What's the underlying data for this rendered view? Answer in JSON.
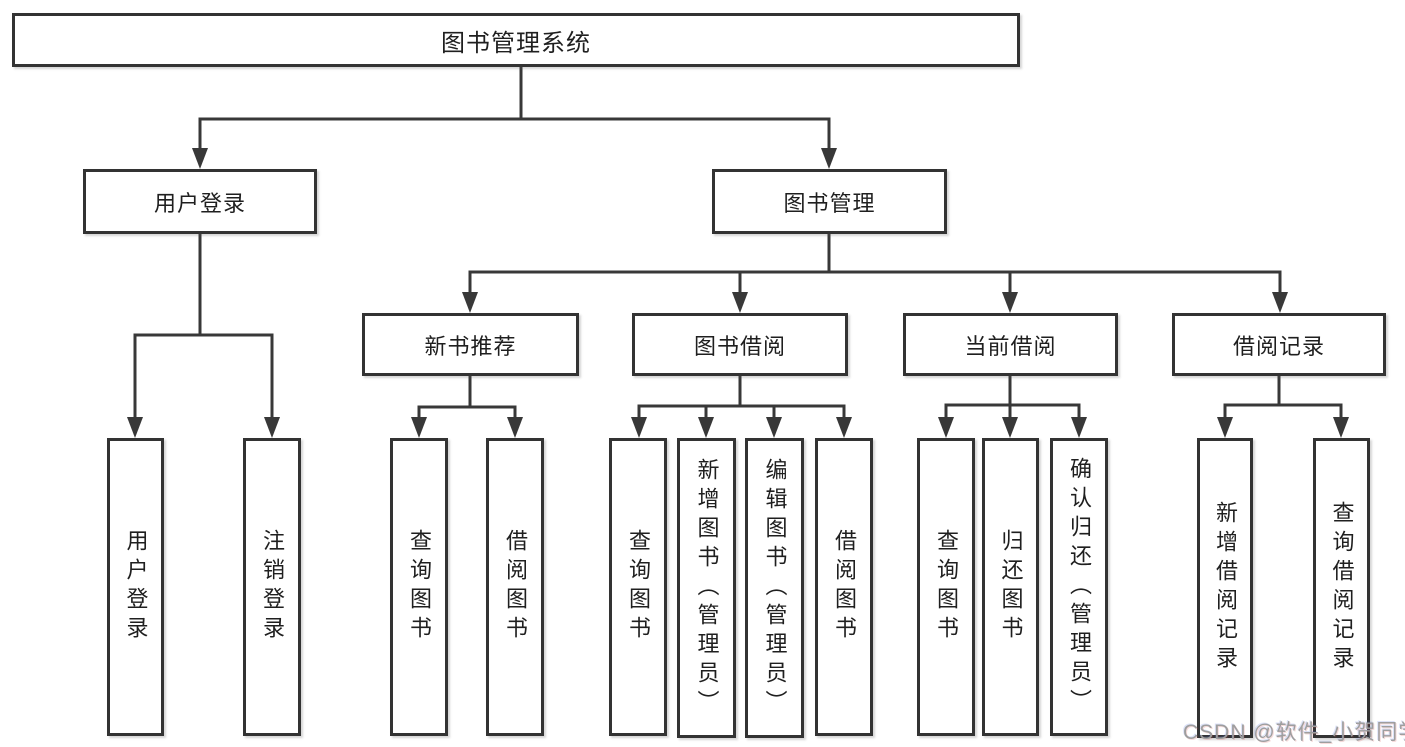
{
  "colors": {
    "line": "#383838",
    "box_border": "#333333",
    "text": "#1f1f1f",
    "watermark": "#9e9e9e",
    "background": "#ffffff"
  },
  "watermark": {
    "text": "CSDN @软件_小贺同学"
  },
  "diagram": {
    "root": {
      "label": "图书管理系统",
      "children": [
        {
          "label": "用户登录",
          "children": [
            {
              "label": "用户登录"
            },
            {
              "label": "注销登录"
            }
          ]
        },
        {
          "label": "图书管理",
          "children": [
            {
              "label": "新书推荐",
              "children": [
                {
                  "label": "查询图书"
                },
                {
                  "label": "借阅图书"
                }
              ]
            },
            {
              "label": "图书借阅",
              "children": [
                {
                  "label": "查询图书"
                },
                {
                  "label": "新增图书（管理员）"
                },
                {
                  "label": "编辑图书（管理员）"
                },
                {
                  "label": "借阅图书"
                }
              ]
            },
            {
              "label": "当前借阅",
              "children": [
                {
                  "label": "查询图书"
                },
                {
                  "label": "归还图书"
                },
                {
                  "label": "确认归还（管理员）"
                }
              ]
            },
            {
              "label": "借阅记录",
              "children": [
                {
                  "label": "新增借阅记录"
                },
                {
                  "label": "查询借阅记录"
                }
              ]
            }
          ]
        }
      ]
    }
  }
}
